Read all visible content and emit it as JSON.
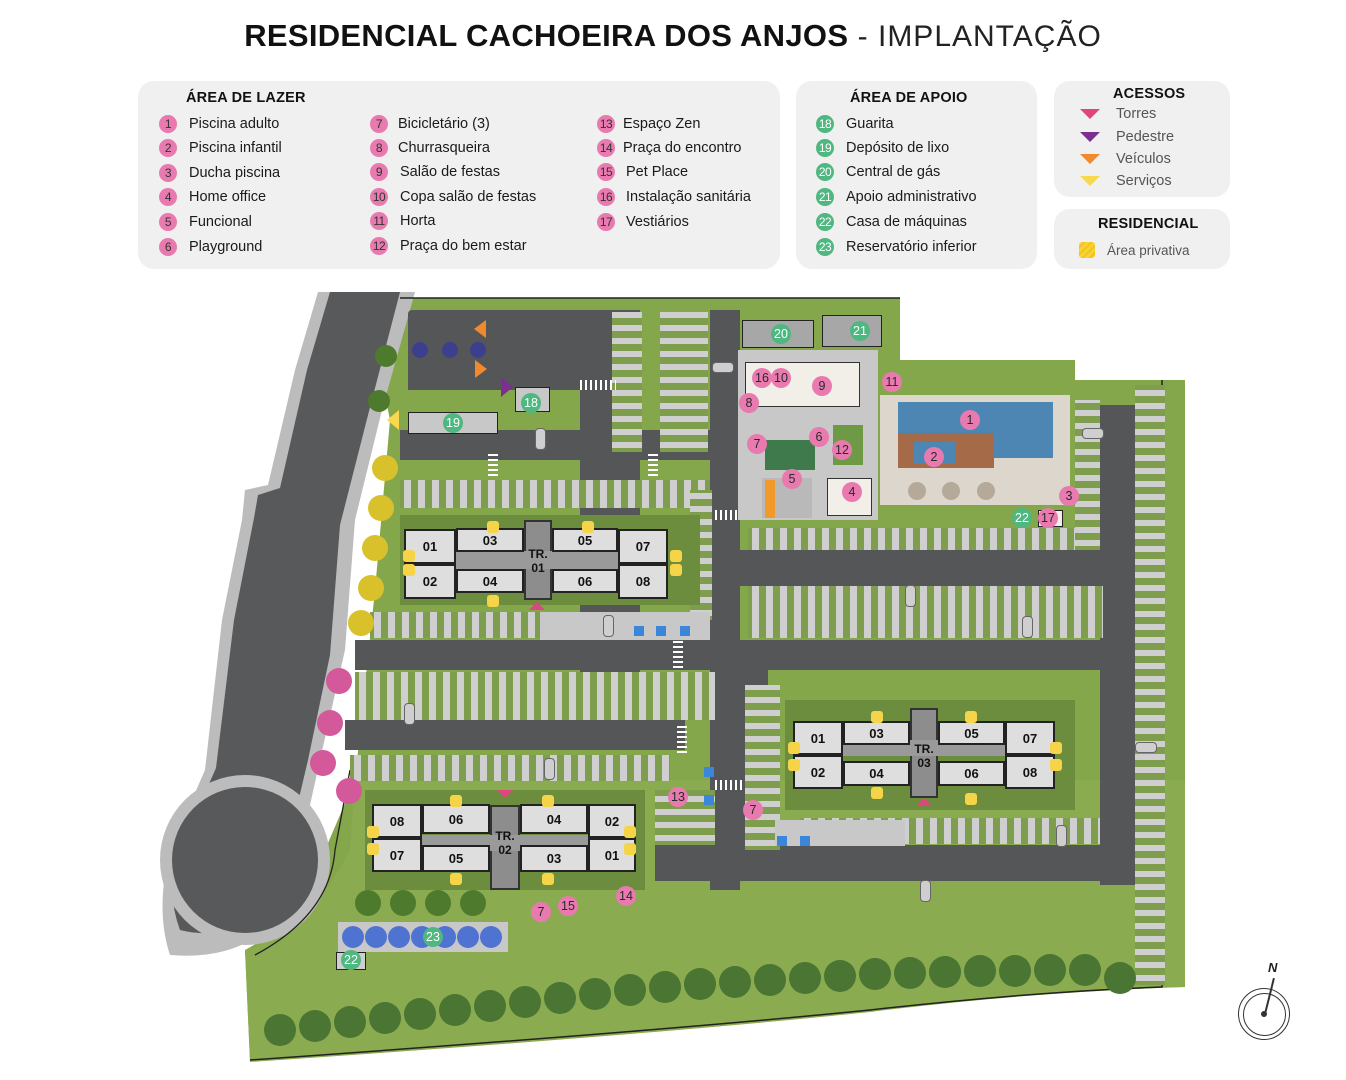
{
  "title": {
    "main": "RESIDENCIAL CACHOEIRA DOS ANJOS",
    "separator": " - ",
    "sub": "IMPLANTAÇÃO"
  },
  "legend": {
    "lazer": {
      "heading": "ÁREA DE LAZER",
      "color": "#e87aaf",
      "items": [
        {
          "num": "1",
          "label": "Piscina adulto"
        },
        {
          "num": "2",
          "label": "Piscina infantil"
        },
        {
          "num": "3",
          "label": "Ducha piscina"
        },
        {
          "num": "4",
          "label": "Home office"
        },
        {
          "num": "5",
          "label": "Funcional"
        },
        {
          "num": "6",
          "label": "Playground"
        },
        {
          "num": "7",
          "label": "Bicicletário (3)"
        },
        {
          "num": "8",
          "label": "Churrasqueira"
        },
        {
          "num": "9",
          "label": "Salão de festas"
        },
        {
          "num": "10",
          "label": "Copa salão de festas"
        },
        {
          "num": "11",
          "label": "Horta"
        },
        {
          "num": "12",
          "label": "Praça do bem estar"
        },
        {
          "num": "13",
          "label": "Espaço Zen"
        },
        {
          "num": "14",
          "label": "Praça do encontro"
        },
        {
          "num": "15",
          "label": "Pet Place"
        },
        {
          "num": "16",
          "label": "Instalação sanitária"
        },
        {
          "num": "17",
          "label": "Vestiários"
        }
      ]
    },
    "apoio": {
      "heading": "ÁREA DE APOIO",
      "color": "#4fb780",
      "items": [
        {
          "num": "18",
          "label": "Guarita"
        },
        {
          "num": "19",
          "label": "Depósito de lixo"
        },
        {
          "num": "20",
          "label": "Central de gás"
        },
        {
          "num": "21",
          "label": "Apoio administrativo"
        },
        {
          "num": "22",
          "label": "Casa de máquinas"
        },
        {
          "num": "23",
          "label": "Reservatório inferior"
        }
      ]
    },
    "acessos": {
      "heading": "ACESSOS",
      "items": [
        {
          "label": "Torres",
          "color": "#e0467e"
        },
        {
          "label": "Pedestre",
          "color": "#7b2f8e"
        },
        {
          "label": "Veículos",
          "color": "#f08a2c"
        },
        {
          "label": "Serviços",
          "color": "#f7d84e"
        }
      ]
    },
    "residencial": {
      "heading": "RESIDENCIAL",
      "items": [
        {
          "label": "Área privativa",
          "color": "#f5c82a"
        }
      ]
    }
  },
  "map": {
    "towers": [
      {
        "id": "TR. 01",
        "line1": "TR.",
        "line2": "01",
        "units": [
          "01",
          "02",
          "03",
          "04",
          "05",
          "06",
          "07",
          "08"
        ]
      },
      {
        "id": "TR. 02",
        "line1": "TR.",
        "line2": "02",
        "units": [
          "08",
          "07",
          "06",
          "05",
          "04",
          "03",
          "02",
          "01"
        ]
      },
      {
        "id": "TR. 03",
        "line1": "TR.",
        "line2": "03",
        "units": [
          "01",
          "02",
          "03",
          "04",
          "05",
          "06",
          "07",
          "08"
        ]
      }
    ],
    "markers": {
      "m1": "1",
      "m2": "2",
      "m3": "3",
      "m4": "4",
      "m5": "5",
      "m6": "6",
      "m7a": "7",
      "m7b": "7",
      "m7c": "7",
      "m8": "8",
      "m9": "9",
      "m10": "10",
      "m11": "11",
      "m12": "12",
      "m13": "13",
      "m14": "14",
      "m15": "15",
      "m16": "16",
      "m17": "17",
      "m18": "18",
      "m19": "19",
      "m20": "20",
      "m21": "21",
      "m22a": "22",
      "m22b": "22",
      "m23": "23"
    },
    "compass_label": "N"
  }
}
